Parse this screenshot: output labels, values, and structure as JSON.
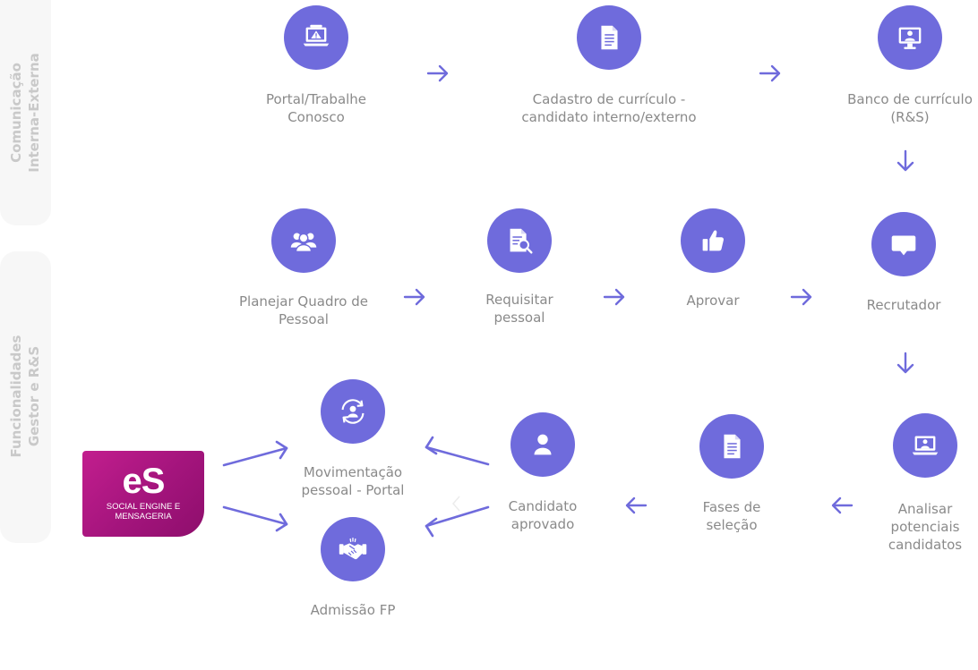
{
  "colors": {
    "accent": "#6f6bdc",
    "text": "#8a8a8a",
    "band": "#f7f7f7",
    "band_text": "#c9c9c9",
    "logo": "#b0178a"
  },
  "bands": {
    "top": {
      "lines": [
        "Comunicação",
        "Interna-Externa"
      ]
    },
    "bottom": {
      "lines": [
        "Funcionalidades",
        "Gestor e R&S"
      ]
    }
  },
  "logo": {
    "mark": "eS",
    "lines": [
      "SOCIAL ENGINE E",
      "MENSAGERIA"
    ]
  },
  "nodes": {
    "portal": {
      "icon": "laptop-alert-icon",
      "lines": [
        "Portal/Trabalhe",
        "Conosco"
      ]
    },
    "cadastro": {
      "icon": "document-icon",
      "lines": [
        "Cadastro de currículo -",
        "candidato interno/externo"
      ]
    },
    "banco": {
      "icon": "monitor-user-icon",
      "lines": [
        "Banco de currículo",
        "(R&S)"
      ]
    },
    "planejar": {
      "icon": "group-icon",
      "lines": [
        "Planejar Quadro de",
        "Pessoal"
      ]
    },
    "requisitar": {
      "icon": "document-search-icon",
      "lines": [
        "Requisitar",
        "pessoal"
      ]
    },
    "aprovar": {
      "icon": "thumbs-up-icon",
      "lines": [
        "Aprovar"
      ]
    },
    "recrutador": {
      "icon": "chat-bubble-icon",
      "lines": [
        "Recrutador"
      ]
    },
    "analisar": {
      "icon": "laptop-user-icon",
      "lines": [
        "Analisar",
        "potenciais",
        "candidatos"
      ]
    },
    "fases": {
      "icon": "document-icon",
      "lines": [
        "Fases de",
        "seleção"
      ]
    },
    "candidato": {
      "icon": "user-icon",
      "lines": [
        "Candidato",
        "aprovado"
      ]
    },
    "movimentacao": {
      "icon": "user-cycle-icon",
      "lines": [
        "Movimentação",
        "pessoal - Portal"
      ]
    },
    "admissao": {
      "icon": "handshake-icon",
      "lines": [
        "Admissão FP"
      ]
    }
  }
}
